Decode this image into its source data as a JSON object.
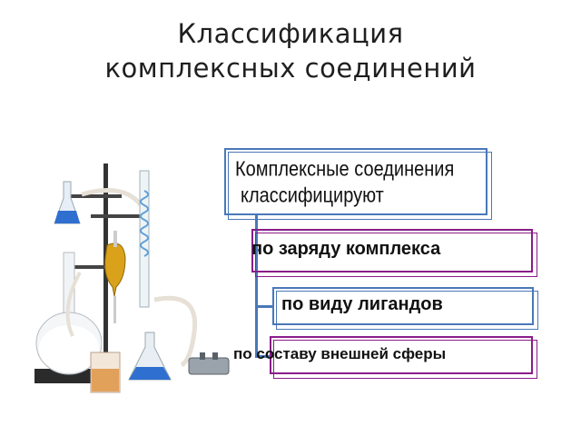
{
  "title": {
    "line1": "Классификация",
    "line2": "комплексных соединений"
  },
  "diagram": {
    "root": {
      "line1": "Комплексные соединения",
      "line2": "классифицируют"
    },
    "branches": [
      {
        "label": "по заряду комплекса",
        "border_color": "#8a1c8a"
      },
      {
        "label": "по виду лигандов",
        "border_color": "#4a78b8"
      },
      {
        "label": "по составу внешней сферы",
        "border_color": "#8a1c8a"
      }
    ],
    "connector_color": "#4a78b8"
  },
  "illustration": {
    "subject": "laboratory-glassware"
  }
}
